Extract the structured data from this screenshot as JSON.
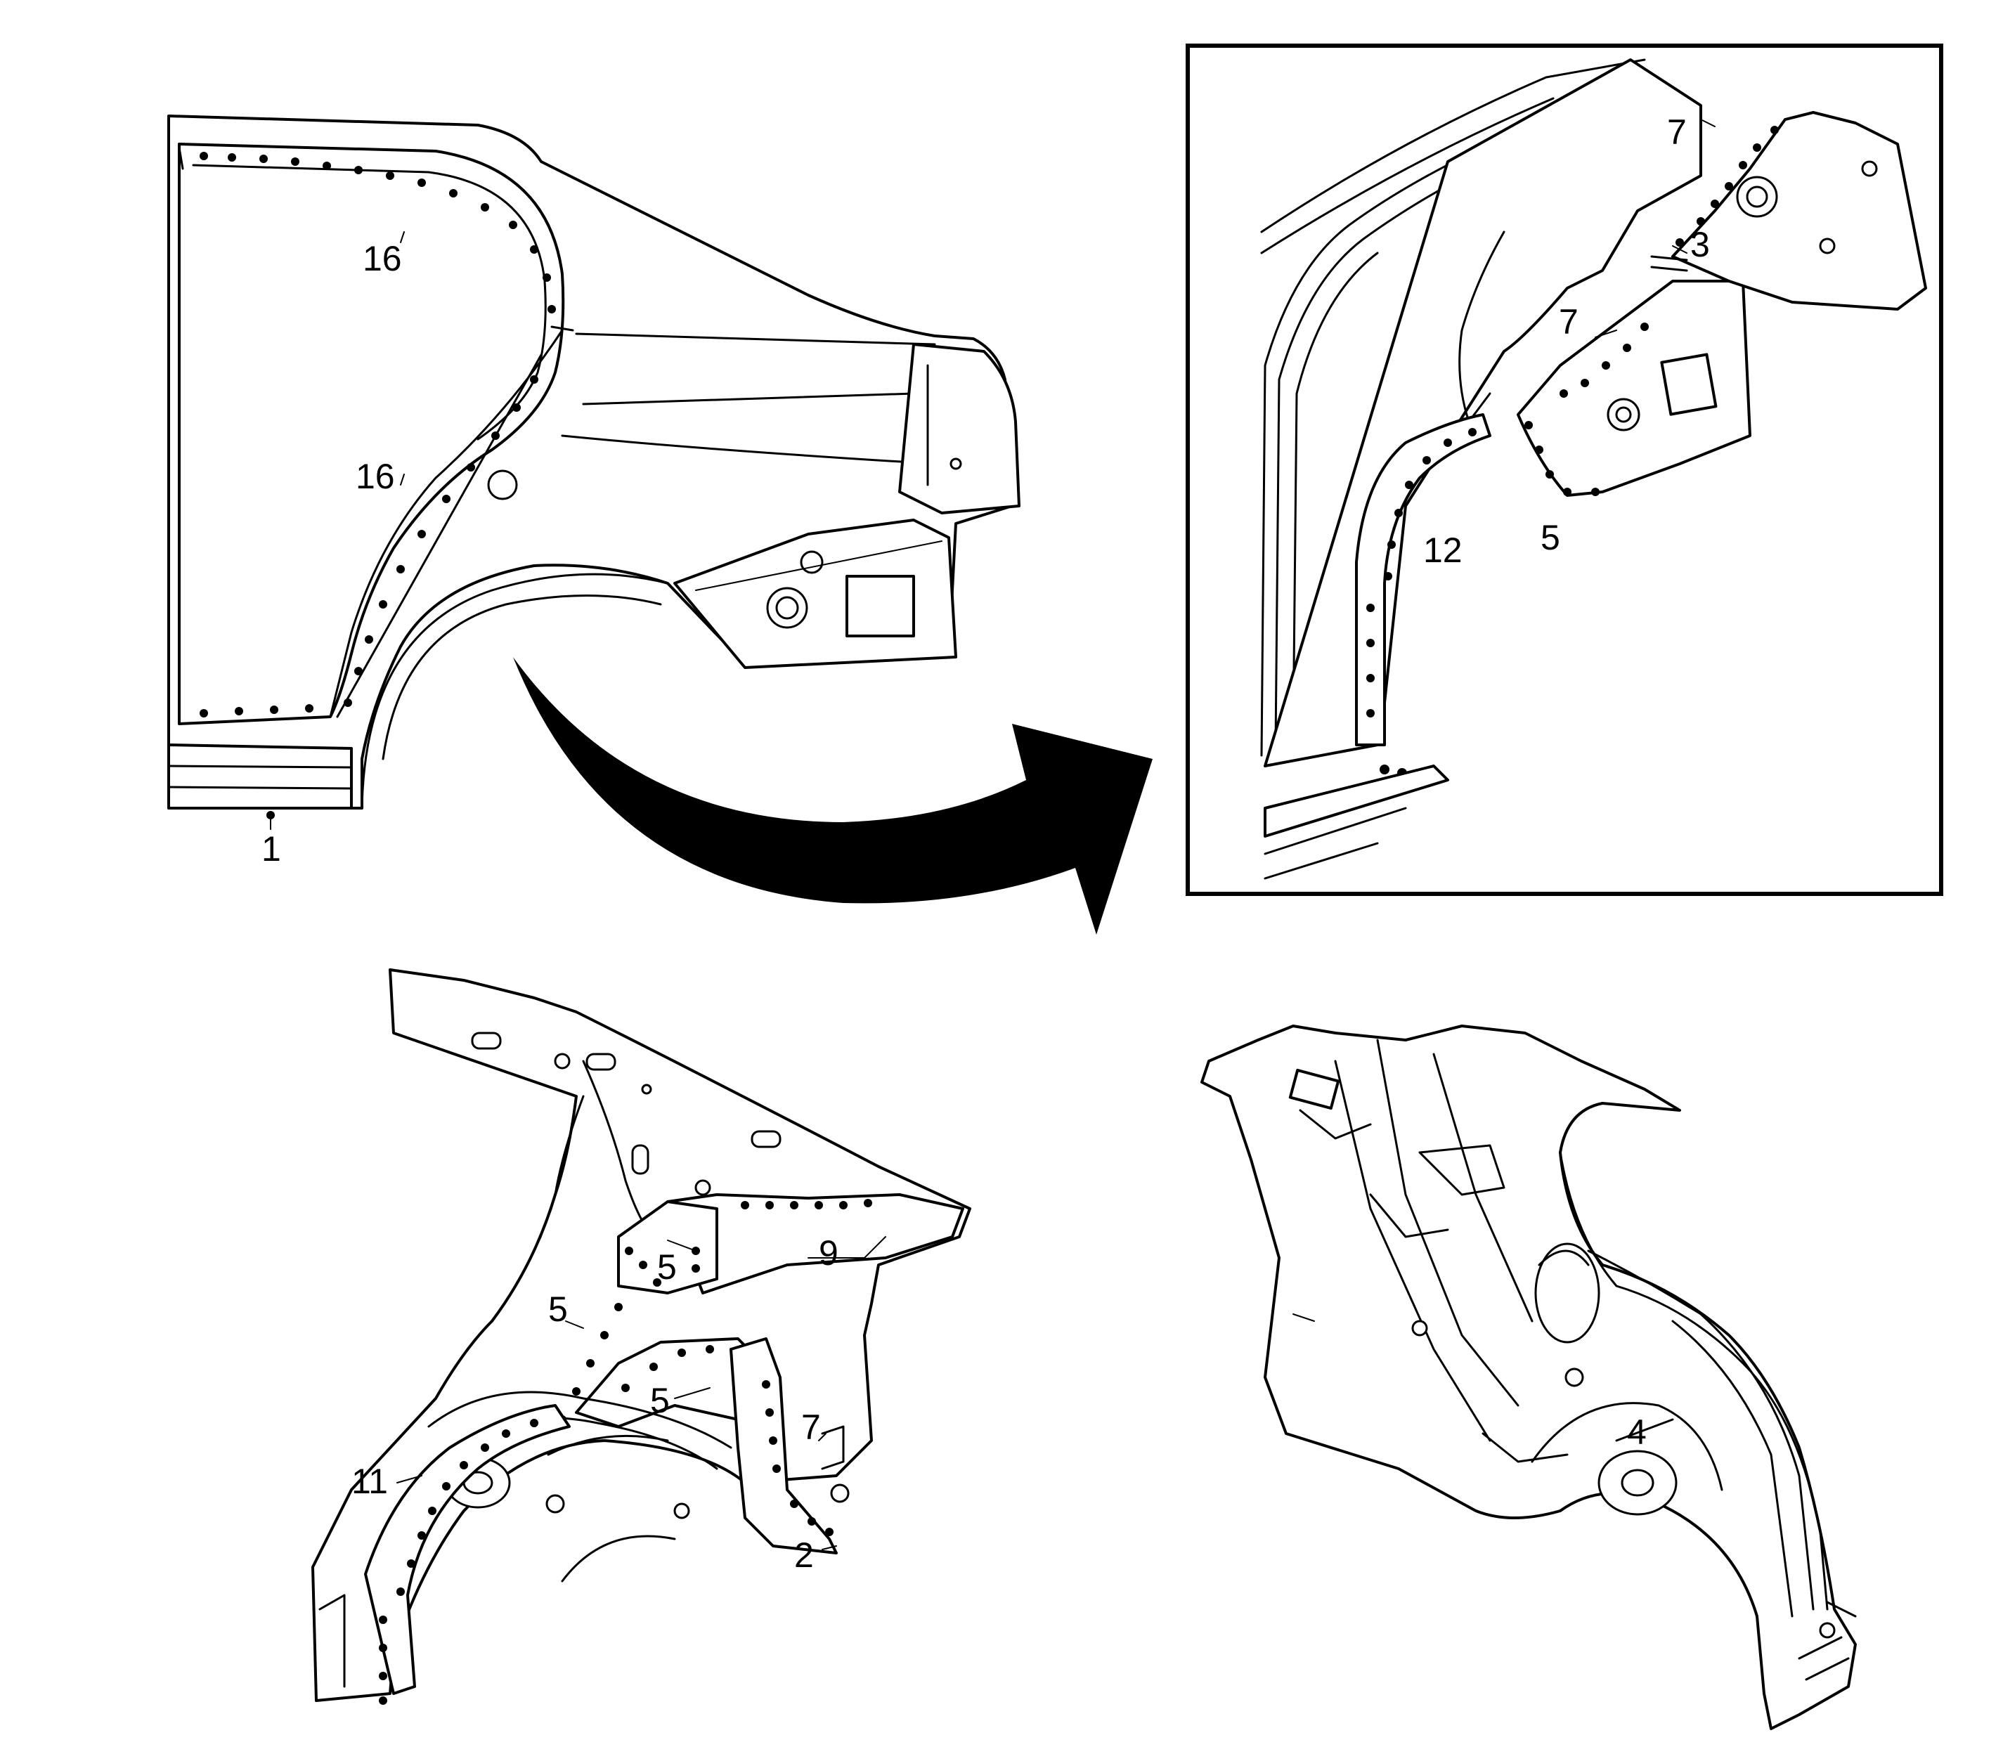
{
  "callouts": {
    "c1": "1",
    "c16a": "16",
    "c16b": "16",
    "c7a": "7",
    "c3": "3",
    "c7b": "7",
    "c12": "12",
    "c5a": "5",
    "c9": "9",
    "c5b": "5",
    "c5c": "5",
    "c5d": "5",
    "c7c": "7",
    "c11": "11",
    "c2": "2",
    "c4": "4"
  }
}
